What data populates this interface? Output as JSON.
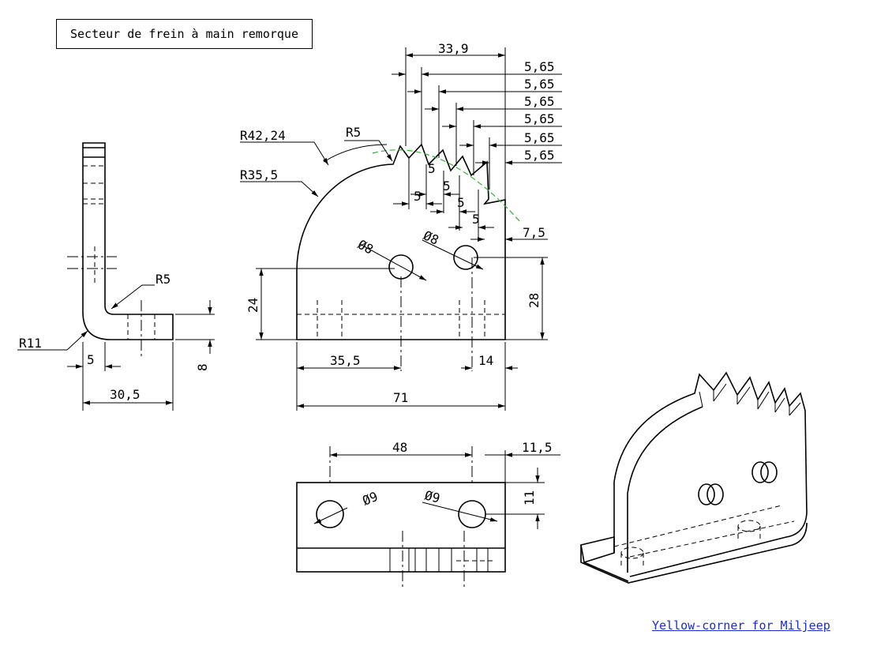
{
  "title": "Secteur de frein à main remorque",
  "credit": "Yellow-corner for Miljeep",
  "colors": {
    "line": "#000000",
    "pitch_circle": "#2db52d",
    "link": "#1d2bd4"
  },
  "views": {
    "side": {
      "r_outer": "R11",
      "r_inner": "R5",
      "dim_thickness": "5",
      "dim_length": "30,5",
      "dim_height": "8"
    },
    "front": {
      "r_tooth": "R42,24",
      "r_arc": "R35,5",
      "r_tip": "R5",
      "dim_teeth_span": "33,9",
      "tooth_pitch": [
        "5,65",
        "5,65",
        "5,65",
        "5,65",
        "5,65",
        "5,65"
      ],
      "tooth_depth": [
        "5",
        "5",
        "5",
        "5",
        "5"
      ],
      "dim_offset": "7,5",
      "hole_left": "Ø8",
      "hole_right": "Ø8",
      "dim_height_left": "24",
      "dim_height_right": "28",
      "dim_hole_x": "35,5",
      "dim_hole_right": "14",
      "dim_width": "71"
    },
    "top": {
      "dim_hole_spacing": "48",
      "dim_hole_edge": "11,5",
      "dim_hole_y": "11",
      "hole_left": "Ø9",
      "hole_right": "Ø9"
    }
  }
}
